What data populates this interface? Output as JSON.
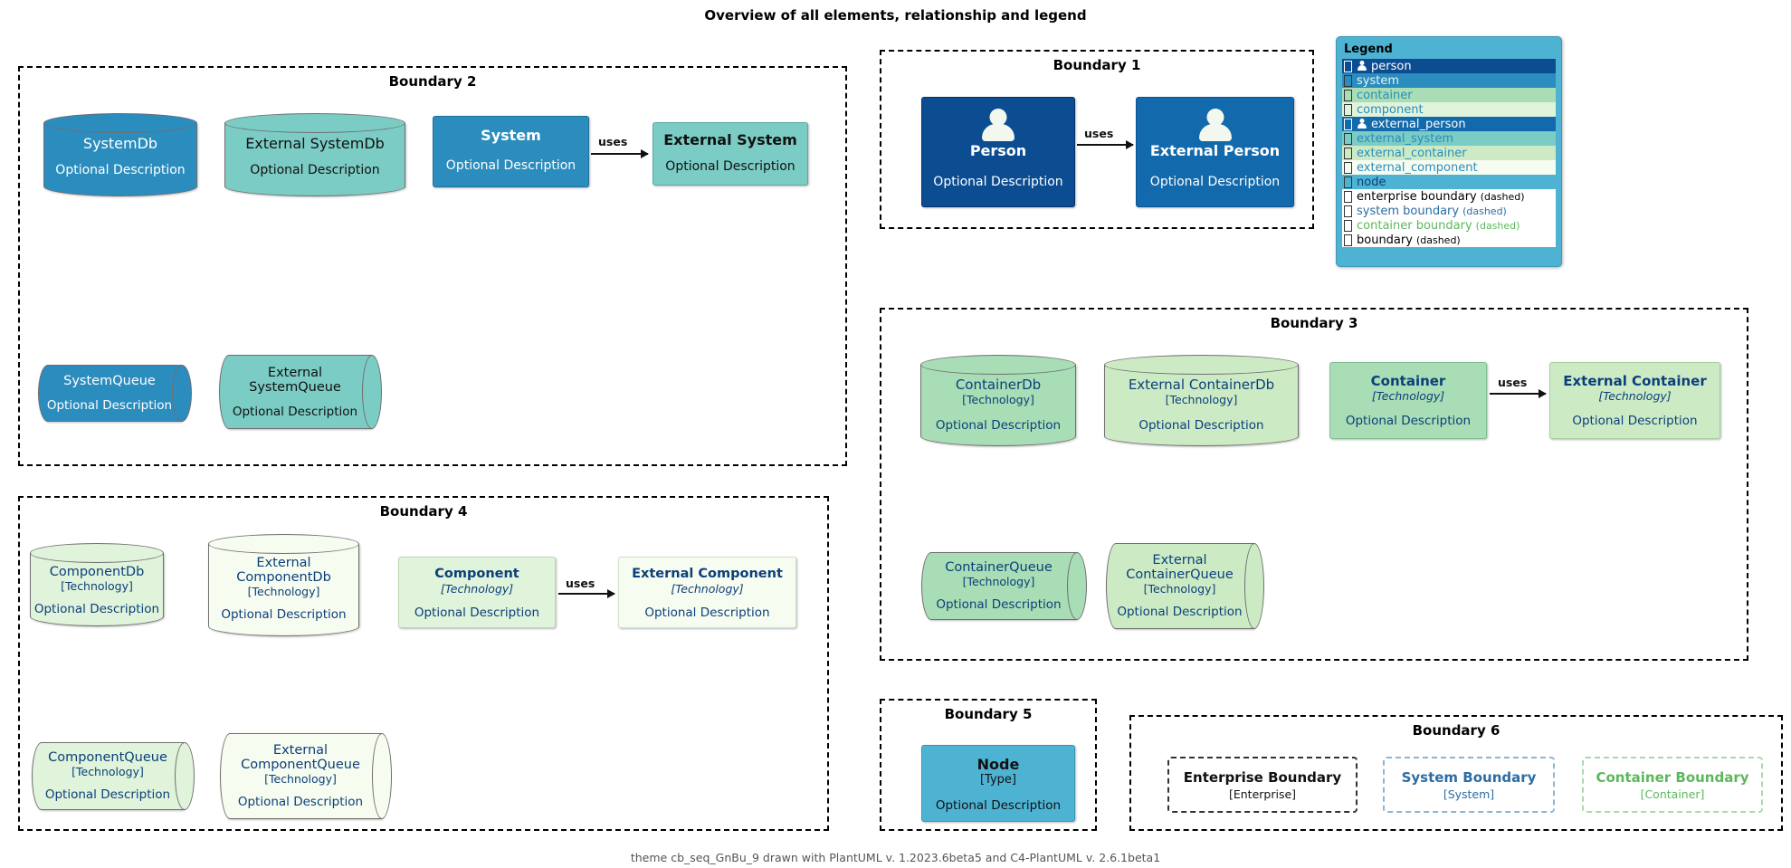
{
  "title": "Overview of all elements, relationship and legend",
  "footer": "theme cb_seq_GnBu_9 drawn with PlantUML v. 1.2023.6beta5 and C4-PlantUML v. 2.6.1beta1",
  "labels": {
    "optional_description": "Optional Description",
    "technology": "[Technology]",
    "type": "[Type]",
    "uses": "uses"
  },
  "boundaries": {
    "b1": "Boundary 1",
    "b2": "Boundary 2",
    "b3": "Boundary 3",
    "b4": "Boundary 4",
    "b5": "Boundary 5",
    "b6": "Boundary 6"
  },
  "elements": {
    "person": {
      "name": "Person",
      "description": "Optional Description"
    },
    "external_person": {
      "name": "External Person",
      "description": "Optional Description"
    },
    "system": {
      "name": "System",
      "description": "Optional Description"
    },
    "external_system": {
      "name": "External System",
      "description": "Optional Description"
    },
    "system_db": {
      "name": "SystemDb",
      "description": "Optional Description"
    },
    "external_system_db": {
      "name": "External SystemDb",
      "description": "Optional Description"
    },
    "system_queue": {
      "name": "SystemQueue",
      "description": "Optional Description"
    },
    "external_system_queue": {
      "name": "External\nSystemQueue",
      "description": "Optional Description"
    },
    "container": {
      "name": "Container",
      "technology": "[Technology]",
      "description": "Optional Description"
    },
    "external_container": {
      "name": "External Container",
      "technology": "[Technology]",
      "description": "Optional Description"
    },
    "container_db": {
      "name": "ContainerDb",
      "technology": "[Technology]",
      "description": "Optional Description"
    },
    "external_container_db": {
      "name": "External ContainerDb",
      "technology": "[Technology]",
      "description": "Optional Description"
    },
    "container_queue": {
      "name": "ContainerQueue",
      "technology": "[Technology]",
      "description": "Optional Description"
    },
    "external_container_queue": {
      "name": "External\nContainerQueue",
      "technology": "[Technology]",
      "description": "Optional Description"
    },
    "component": {
      "name": "Component",
      "technology": "[Technology]",
      "description": "Optional Description"
    },
    "external_component": {
      "name": "External Component",
      "technology": "[Technology]",
      "description": "Optional Description"
    },
    "component_db": {
      "name": "ComponentDb",
      "technology": "[Technology]",
      "description": "Optional Description"
    },
    "external_component_db": {
      "name": "External\nComponentDb",
      "technology": "[Technology]",
      "description": "Optional Description"
    },
    "component_queue": {
      "name": "ComponentQueue",
      "technology": "[Technology]",
      "description": "Optional Description"
    },
    "external_component_queue": {
      "name": "External\nComponentQueue",
      "technology": "[Technology]",
      "description": "Optional Description"
    },
    "node": {
      "name": "Node",
      "type": "[Type]",
      "description": "Optional Description"
    }
  },
  "nested_boundaries": [
    {
      "name": "Enterprise Boundary",
      "type": "[Enterprise]",
      "color": "#111111"
    },
    {
      "name": "System Boundary",
      "type": "[System]",
      "color": "#2b6ca3"
    },
    {
      "name": "Container Boundary",
      "type": "[Container]",
      "color": "#5cb85c"
    }
  ],
  "relationships": [
    {
      "from": "person",
      "to": "external_person",
      "label": "uses"
    },
    {
      "from": "system",
      "to": "external_system",
      "label": "uses"
    },
    {
      "from": "container",
      "to": "external_container",
      "label": "uses"
    },
    {
      "from": "component",
      "to": "external_component",
      "label": "uses"
    }
  ],
  "legend": {
    "title": "Legend",
    "rows": [
      {
        "label": "person",
        "sub": "",
        "icon": "person-icon",
        "fill": "#0c4d92",
        "text": "#ffffff"
      },
      {
        "label": "system",
        "sub": "",
        "icon": "square-icon",
        "fill": "#2b8cbe",
        "text": "#e8f2f8"
      },
      {
        "label": "container",
        "sub": "",
        "icon": "square-icon",
        "fill": "#a8ddb5",
        "text": "#2b8cbe"
      },
      {
        "label": "component",
        "sub": "",
        "icon": "square-icon",
        "fill": "#e0f3db",
        "text": "#2b8cbe"
      },
      {
        "label": "external_person",
        "sub": "",
        "icon": "person-icon",
        "fill": "#1269ab",
        "text": "#ffffff"
      },
      {
        "label": "external_system",
        "sub": "",
        "icon": "square-icon",
        "fill": "#7bccc4",
        "text": "#2b8cbe"
      },
      {
        "label": "external_container",
        "sub": "",
        "icon": "square-icon",
        "fill": "#ccebc5",
        "text": "#2b8cbe"
      },
      {
        "label": "external_component",
        "sub": "",
        "icon": "square-icon",
        "fill": "#f7fcf0",
        "text": "#2b8cbe"
      },
      {
        "label": "node",
        "sub": "",
        "icon": "square-icon",
        "fill": "#4eb3d3",
        "text": "#0b3f7a"
      },
      {
        "label": "enterprise boundary",
        "sub": "(dashed)",
        "icon": "square-icon",
        "fill": "#ffffff",
        "text": "#000000"
      },
      {
        "label": "system boundary",
        "sub": "(dashed)",
        "icon": "square-icon",
        "fill": "#ffffff",
        "text": "#2b6ca3"
      },
      {
        "label": "container boundary",
        "sub": "(dashed)",
        "icon": "square-icon",
        "fill": "#ffffff",
        "text": "#5cb85c"
      },
      {
        "label": "boundary",
        "sub": "(dashed)",
        "icon": "square-icon",
        "fill": "#ffffff",
        "text": "#000000"
      }
    ]
  },
  "colors": {
    "person": "#0c4d92",
    "external_person": "#1269ab",
    "system": "#2b8cbe",
    "external_system": "#7bccc4",
    "container": "#a8ddb5",
    "external_container": "#ccebc5",
    "component": "#e0f3db",
    "external_component": "#f7fcf0",
    "node": "#4eb3d3",
    "legend_background": "#4eb3d3"
  }
}
